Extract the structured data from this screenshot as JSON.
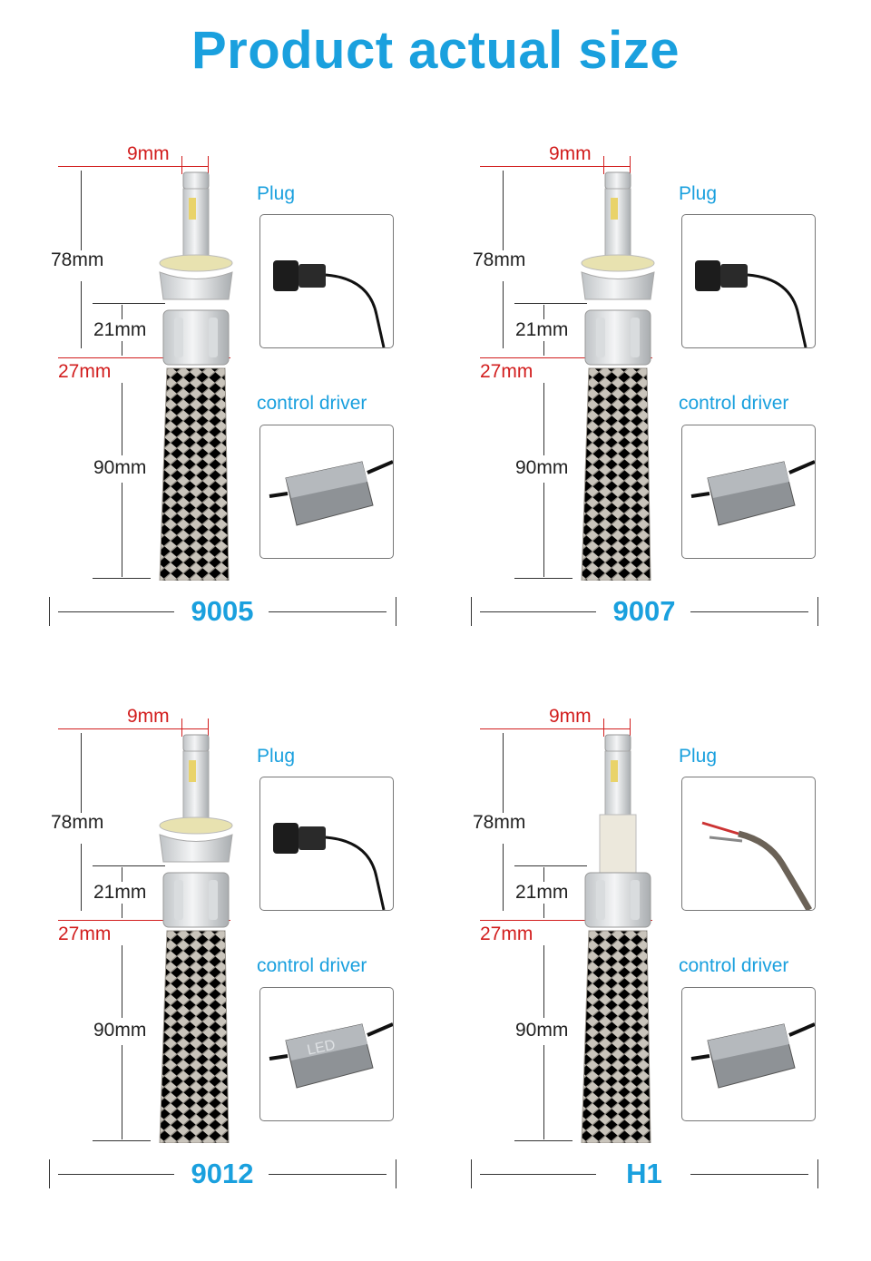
{
  "title": "Product actual size",
  "colors": {
    "accent": "#1aa0de",
    "dimension_red": "#d21e1e",
    "text": "#222222"
  },
  "products": [
    {
      "model": "9005",
      "tip_width": "9mm",
      "length": "78mm",
      "collar_height": "21mm",
      "base_width": "27mm",
      "braid_length": "90mm",
      "plug_label": "Plug",
      "driver_label": "control driver",
      "plug_icon": "plug-connector-icon",
      "driver_icon": "driver-box-icon",
      "driver_text": ""
    },
    {
      "model": "9007",
      "tip_width": "9mm",
      "length": "78mm",
      "collar_height": "21mm",
      "base_width": "27mm",
      "braid_length": "90mm",
      "plug_label": "Plug",
      "driver_label": "control driver",
      "plug_icon": "plug-connector-icon",
      "driver_icon": "driver-box-icon",
      "driver_text": ""
    },
    {
      "model": "9012",
      "tip_width": "9mm",
      "length": "78mm",
      "collar_height": "21mm",
      "base_width": "27mm",
      "braid_length": "90mm",
      "plug_label": "Plug",
      "driver_label": "control driver",
      "plug_icon": "plug-connector-icon",
      "driver_icon": "driver-box-icon",
      "driver_text": "LED"
    },
    {
      "model": "H1",
      "tip_width": "9mm",
      "length": "78mm",
      "collar_height": "21mm",
      "base_width": "27mm",
      "braid_length": "90mm",
      "plug_label": "Plug",
      "driver_label": "control driver",
      "plug_icon": "wire-leads-icon",
      "driver_icon": "driver-box-icon",
      "driver_text": ""
    }
  ]
}
